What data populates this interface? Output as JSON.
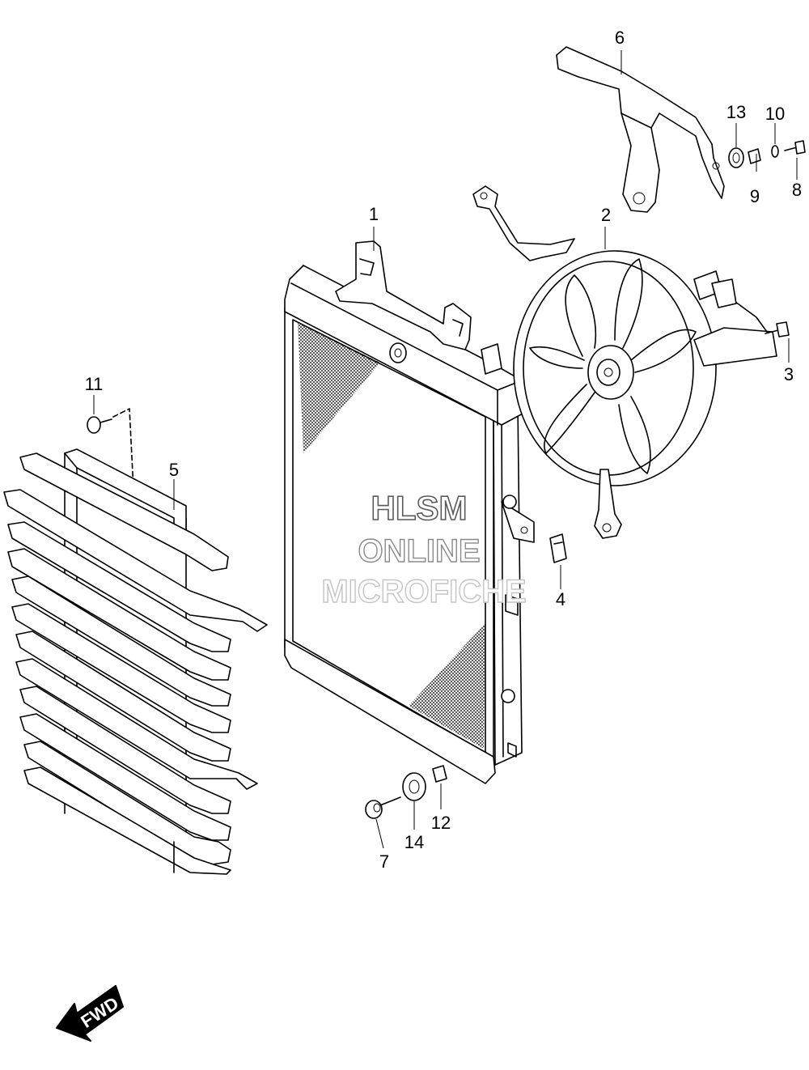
{
  "watermark": {
    "line1": "HLSM",
    "line2": "ONLINE",
    "line3": "MICROFICHE"
  },
  "fwd_label": "FWD",
  "callouts": {
    "p1": "1",
    "p2": "2",
    "p3": "3",
    "p4": "4",
    "p5": "5",
    "p6": "6",
    "p7": "7",
    "p8": "8",
    "p9": "9",
    "p10": "10",
    "p11": "11",
    "p12": "12",
    "p13": "13",
    "p14": "14"
  }
}
